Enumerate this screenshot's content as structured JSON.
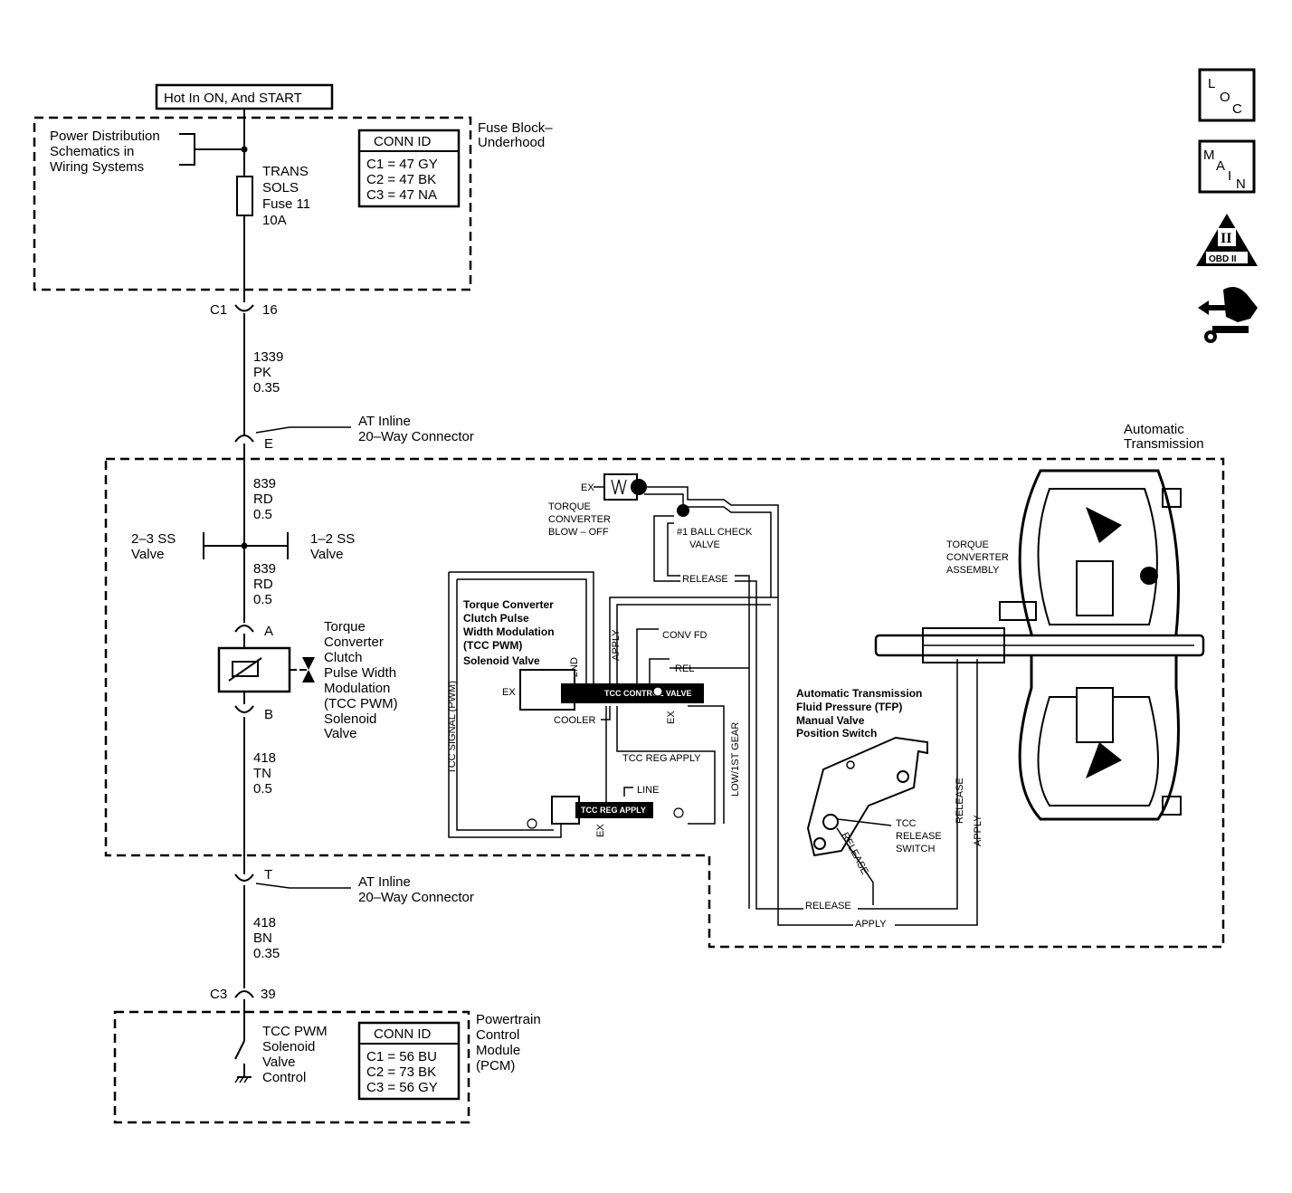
{
  "header": {
    "hot_label": "Hot In ON, And START"
  },
  "fuse_block": {
    "label": [
      "Fuse Block–",
      "Underhood"
    ],
    "power_ref": [
      "Power Distribution",
      "Schematics in",
      "Wiring Systems"
    ],
    "fuse": [
      "TRANS",
      "SOLS",
      "Fuse 11",
      "10A"
    ],
    "conn_title": "CONN ID",
    "conn": [
      "C1 = 47 GY",
      "C2 = 47 BK",
      "C3 = 47 NA"
    ]
  },
  "pins": {
    "c1": "C1",
    "c1_pin": "16",
    "e": "E",
    "t": "T",
    "c3": "C3",
    "c3_pin": "39",
    "a": "A",
    "b": "B"
  },
  "wires": {
    "w1339": [
      "1339",
      "PK",
      "0.35"
    ],
    "w839a": [
      "839",
      "RD",
      "0.5"
    ],
    "w839b": [
      "839",
      "RD",
      "0.5"
    ],
    "w418a": [
      "418",
      "TN",
      "0.5"
    ],
    "w418b": [
      "418",
      "BN",
      "0.35"
    ]
  },
  "inline_connector": [
    "AT Inline",
    "20–Way Connector"
  ],
  "auto_trans_label": [
    "Automatic",
    "Transmission"
  ],
  "ss_valves": {
    "left": [
      "2–3 SS",
      "Valve"
    ],
    "right": [
      "1–2 SS",
      "Valve"
    ]
  },
  "solenoid_label": [
    "Torque",
    "Converter",
    "Clutch",
    "Pulse Width",
    "Modulation",
    "(TCC PWM)",
    "Solenoid",
    "Valve"
  ],
  "pcm": {
    "label": [
      "Powertrain",
      "Control",
      "Module",
      "(PCM)"
    ],
    "control": [
      "TCC PWM",
      "Solenoid",
      "Valve",
      "Control"
    ],
    "conn_title": "CONN ID",
    "conn": [
      "C1 = 56 BU",
      "C2 = 73 BK",
      "C3 = 56 GY"
    ]
  },
  "hydraulic": {
    "ex": "EX",
    "blowoff": [
      "TORQUE",
      "CONVERTER",
      "BLOW – OFF"
    ],
    "ball_check": [
      "#1 BALL CHECK",
      "VALVE"
    ],
    "release": "RELEASE",
    "apply": "APPLY",
    "tcc_pwm_title": [
      "Torque Converter",
      "Clutch Pulse",
      "Width Modulation",
      "(TCC PWM)",
      "Solenoid Valve"
    ],
    "second": "2ND",
    "conv_fd": "CONV FD",
    "rel": "REL",
    "tcc_control_valve": "TCC CONTROL VALVE",
    "cooler": "COOLER",
    "tcc_reg_apply": "TCC REG APPLY",
    "line": "LINE",
    "tcc_signal": "TCC SIGNAL (PWM)",
    "low_gear": "LOW/1ST GEAR",
    "tfp_title": [
      "Automatic Transmission",
      "Fluid Pressure (TFP)",
      "Manual Valve",
      "Position Switch"
    ],
    "tcc_release_switch": [
      "TCC",
      "RELEASE",
      "SWITCH"
    ],
    "torque_converter_assembly": [
      "TORQUE",
      "CONVERTER",
      "ASSEMBLY"
    ]
  },
  "icons": {
    "loc": [
      "L",
      "O",
      "C"
    ],
    "main": [
      "M",
      "A",
      "I",
      "N"
    ],
    "obd": [
      "II",
      "OBD II"
    ]
  }
}
